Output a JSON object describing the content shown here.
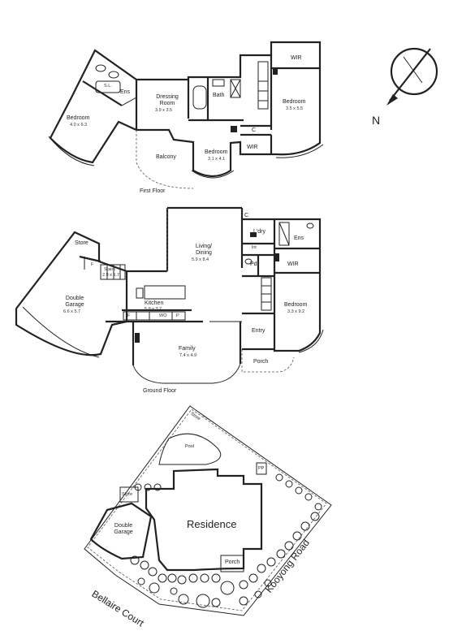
{
  "compass": {
    "label": "N"
  },
  "first_floor": {
    "caption": "First Floor",
    "rooms": {
      "wir_top": "WIR",
      "ens": "Ens",
      "sl": "S.L.",
      "bedroom_left": "Bedroom",
      "bedroom_left_dim": "4.0 x 6.3",
      "dressing": "Dressing Room",
      "dressing_dim": "3.9 x 3.5",
      "bath": "Bath",
      "bedroom_right": "Bedroom",
      "bedroom_right_dim": "3.5 x 5.5",
      "c": "C",
      "wir_mid": "WIR",
      "balcony": "Balcony",
      "bedroom_mid": "Bedroom",
      "bedroom_mid_dim": "3.1 x 4.1"
    }
  },
  "ground_floor": {
    "caption": "Ground Floor",
    "rooms": {
      "store": "Store",
      "f_small": "F",
      "stairs": "Stairs",
      "stairs_dim": "2.9 x 1.7",
      "double_garage": "Double Garage",
      "double_garage_dim": "6.6 x 5.7",
      "living": "Living/ Dining",
      "living_dim": "5.9 x 8.4",
      "c": "C",
      "ldry": "L'dry",
      "ens": "Ens",
      "lnt": "lnt",
      "pdr": "Pdr",
      "wir": "WIR",
      "kitchen": "Kitchen",
      "kitchen_dim": "5.9 x 3.7",
      "f": "F",
      "wo": "WO",
      "p": "P",
      "bedroom": "Bedroom",
      "bedroom_dim": "3.3 x 9.2",
      "entry": "Entry",
      "family": "Family",
      "family_dim": "7.4 x 4.9",
      "porch": "Porch"
    }
  },
  "site": {
    "store_top": "Store",
    "pool": "Pool",
    "pp": "PP",
    "store_left": "Store",
    "double_garage": "Double Garage",
    "residence": "Residence",
    "porch": "Porch",
    "road_left": "Bellaire Court",
    "road_right": "Kooyong Road"
  }
}
